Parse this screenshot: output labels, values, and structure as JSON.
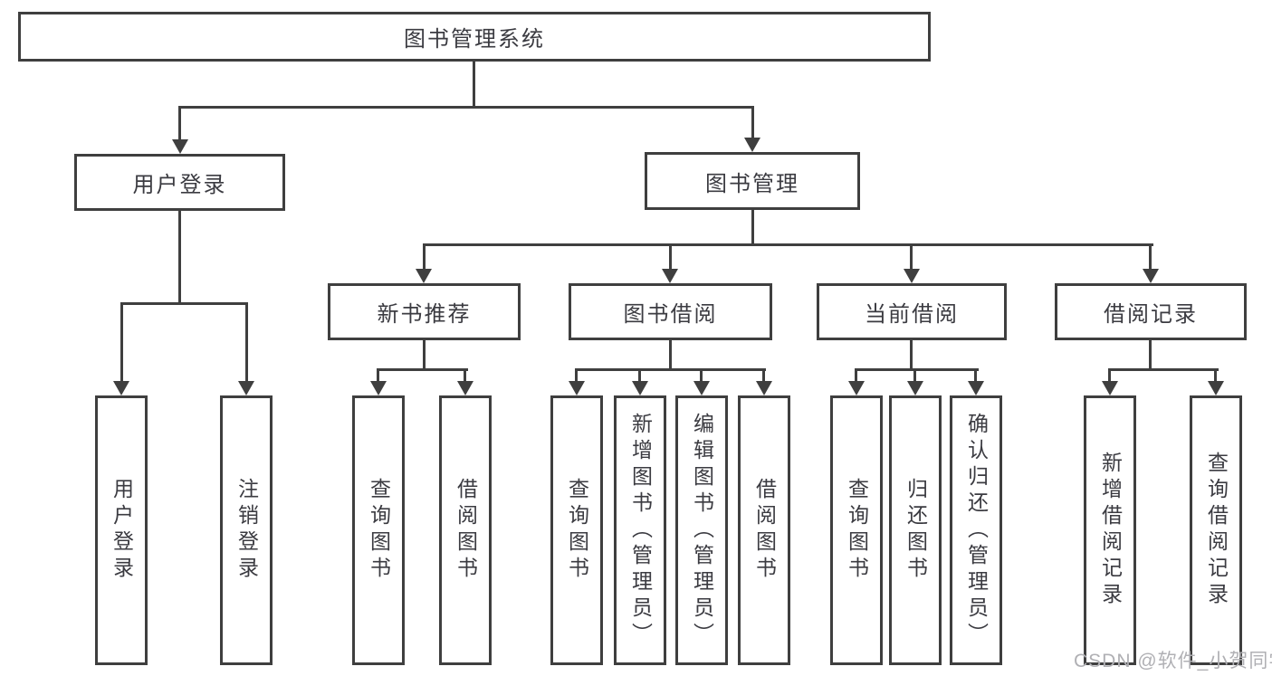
{
  "colors": {
    "line": "#3f3f3f",
    "text": "#3b3b41",
    "watermark": "#b0b0b4",
    "background": "#ffffff"
  },
  "watermark": "CSDN @软件_小贺同学",
  "tree": {
    "label": "图书管理系统",
    "children": [
      {
        "label": "用户登录",
        "children": [
          {
            "label": "用户登录"
          },
          {
            "label": "注销登录"
          }
        ]
      },
      {
        "label": "图书管理",
        "children": [
          {
            "label": "新书推荐",
            "children": [
              {
                "label": "查询图书"
              },
              {
                "label": "借阅图书"
              }
            ]
          },
          {
            "label": "图书借阅",
            "children": [
              {
                "label": "查询图书"
              },
              {
                "label": "新增图书（管理员）"
              },
              {
                "label": "编辑图书（管理员）"
              },
              {
                "label": "借阅图书"
              }
            ]
          },
          {
            "label": "当前借阅",
            "children": [
              {
                "label": "查询图书"
              },
              {
                "label": "归还图书"
              },
              {
                "label": "确认归还（管理员）"
              }
            ]
          },
          {
            "label": "借阅记录",
            "children": [
              {
                "label": "新增借阅记录"
              },
              {
                "label": "查询借阅记录"
              }
            ]
          }
        ]
      }
    ]
  }
}
